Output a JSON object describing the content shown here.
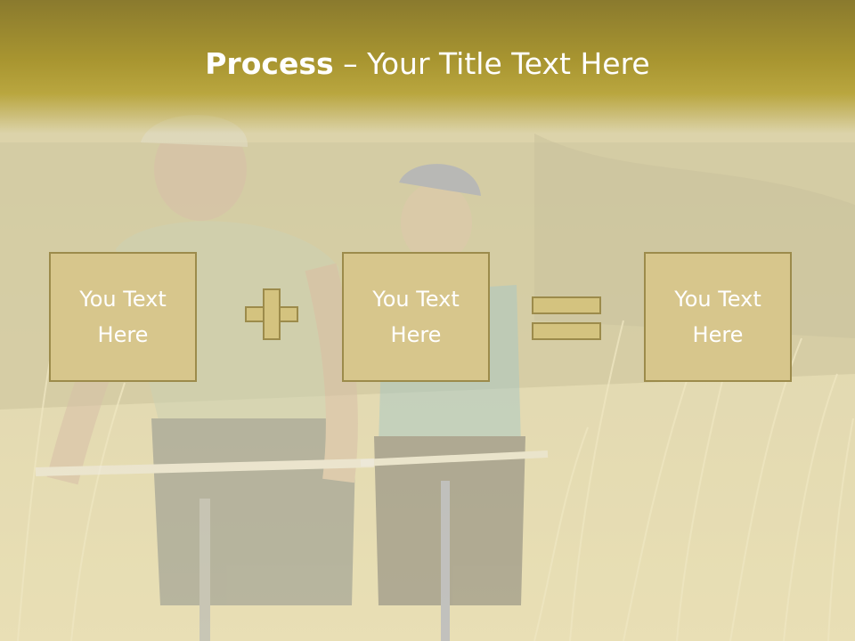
{
  "slide": {
    "title_bold": "Process",
    "title_rest": " – Your Title Text Here",
    "boxes": [
      {
        "line1": "You Text",
        "line2": "Here"
      },
      {
        "line1": "You Text",
        "line2": "Here"
      },
      {
        "line1": "You Text",
        "line2": "Here"
      }
    ],
    "operators": [
      "plus-icon",
      "equals-icon"
    ]
  },
  "colors": {
    "title_bar": "#a89530",
    "box_fill": "#d7c68c",
    "box_border": "#9c8b4b",
    "text": "#ffffff"
  },
  "background": "photo of two cyclists in a grass field"
}
